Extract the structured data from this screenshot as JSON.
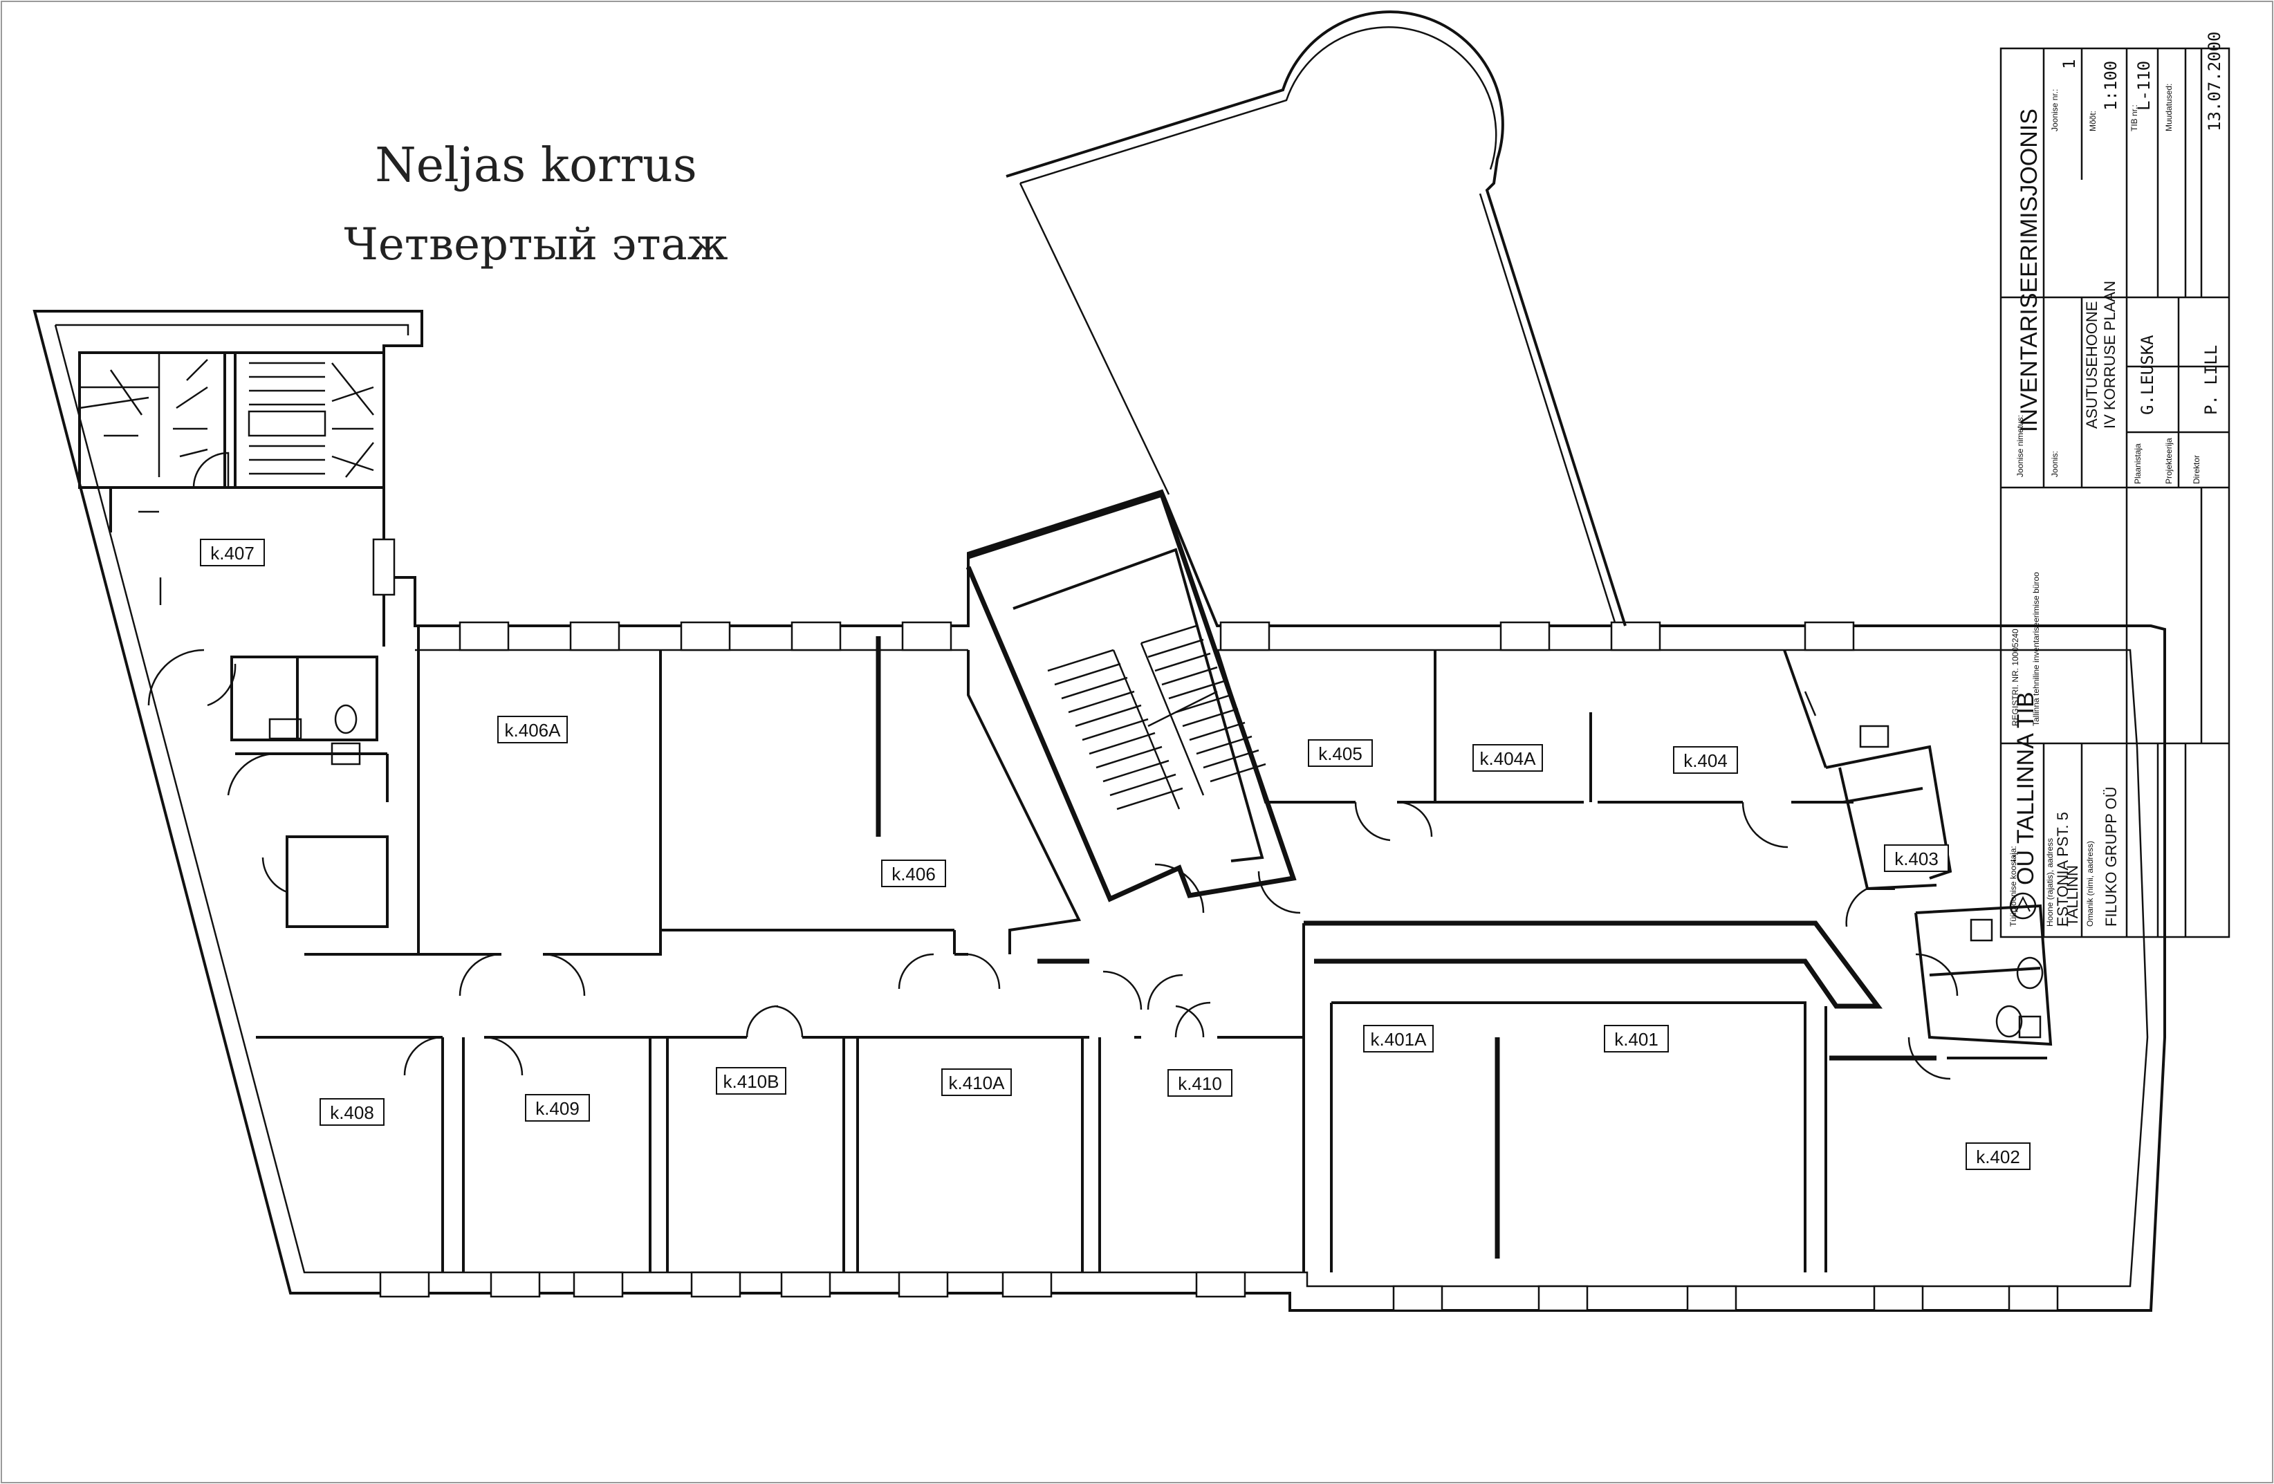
{
  "title": {
    "line1": "Neljas korrus",
    "line2": "Четвертый этаж"
  },
  "rooms": [
    {
      "id": "k407",
      "label": "k.407"
    },
    {
      "id": "k406a",
      "label": "k.406A"
    },
    {
      "id": "k406",
      "label": "k.406"
    },
    {
      "id": "k405",
      "label": "k.405"
    },
    {
      "id": "k404a",
      "label": "k.404A"
    },
    {
      "id": "k404",
      "label": "k.404"
    },
    {
      "id": "k403",
      "label": "k.403"
    },
    {
      "id": "k408",
      "label": "k.408"
    },
    {
      "id": "k409",
      "label": "k.409"
    },
    {
      "id": "k410b",
      "label": "k.410B"
    },
    {
      "id": "k410a",
      "label": "k.410A"
    },
    {
      "id": "k410",
      "label": "k.410"
    },
    {
      "id": "k401a",
      "label": "k.401A"
    },
    {
      "id": "k401",
      "label": "k.401"
    },
    {
      "id": "k402",
      "label": "k.402"
    }
  ],
  "title_block": {
    "company_caption": "Tüüpjoonise koostaja:",
    "company": "OÜ TALLINNA TIB",
    "company_sub": "Tallinna tehniline inventariseerimise büroo",
    "company_reg": "REGISTRI. NR. 10005240",
    "object_caption": "Hoone (rajatis), aadress",
    "address1": "ESTONIA PST. 5",
    "address2": "TALLINN",
    "owner_caption": "Omanik (nimi, aadress)",
    "owner": "FILUKO GRUPP OÜ",
    "drawing_caption": "Joonise nimetus:",
    "drawing_name": "INVENTARISEERIMISJOONIS",
    "subject_caption": "Joonis:",
    "subject1": "ASUTUSEHOONE",
    "subject2": "IV KORRUSE PLAAN",
    "planner_caption": "Plaanistaja",
    "planner": "G.LEUSKA",
    "designer_caption": "Projekteerija",
    "designer": "",
    "director_caption": "Direktor",
    "director": "P. LILL",
    "sheet_caption": "Joonise nr.:",
    "sheet": "1",
    "scale_caption": "Mõõt:",
    "scale": "1:100",
    "tib_caption": "TIB nr.:",
    "tib": "L-110",
    "date_caption": "Muudatused:",
    "date": "13.07.2000"
  }
}
